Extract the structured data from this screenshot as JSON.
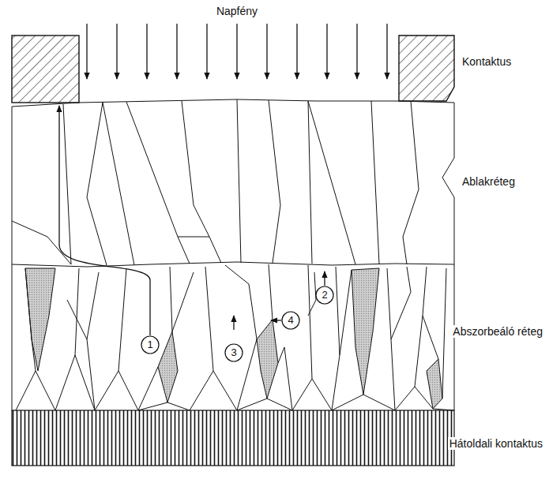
{
  "diagram": {
    "labels": [
      "Napfény",
      "Kontaktus",
      "Ablakréteg",
      "Abszorbeáló réteg",
      "Hátoldali kontaktus",
      "1",
      "2",
      "3",
      "4"
    ]
  }
}
